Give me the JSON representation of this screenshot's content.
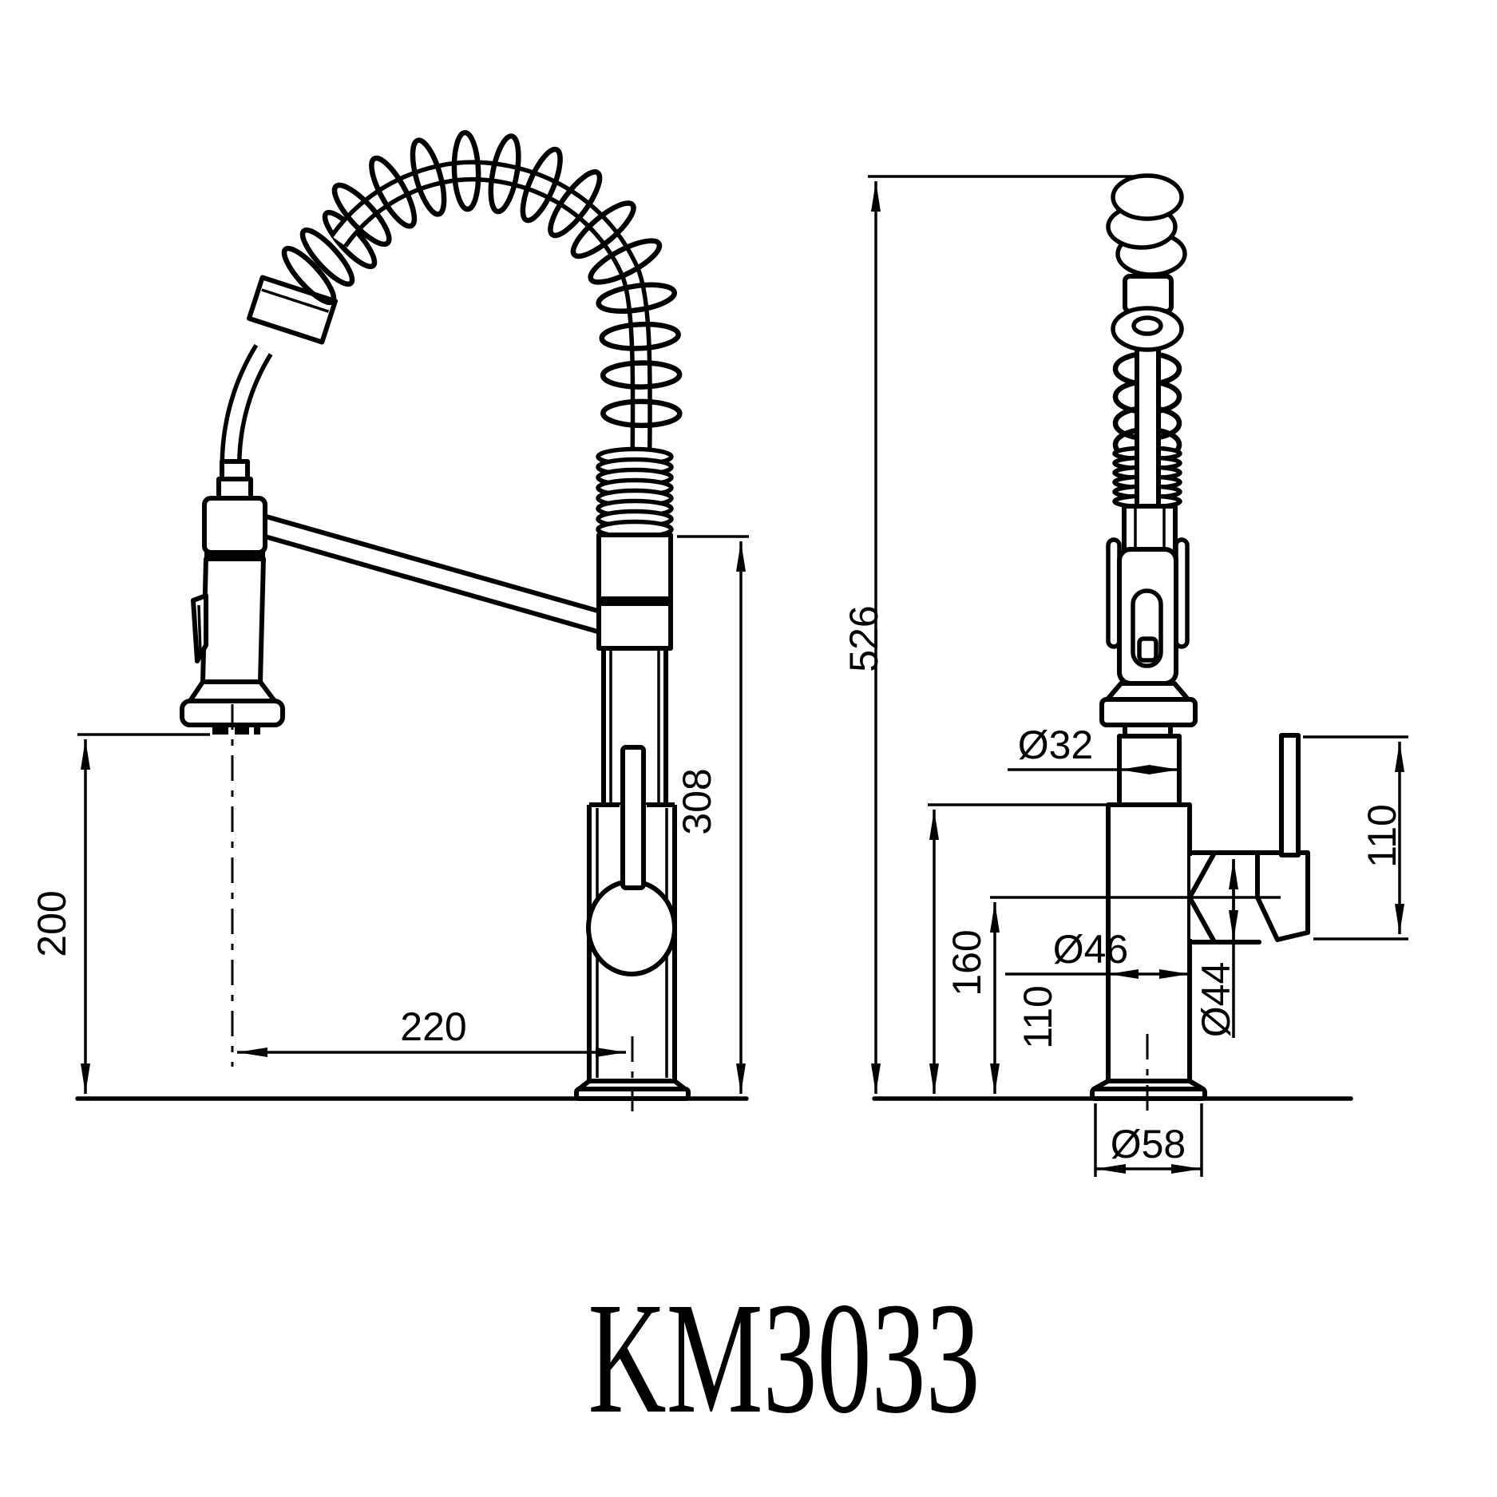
{
  "title": {
    "model": "KM3033"
  },
  "front_view": {
    "name": "faucet front view",
    "dims": {
      "spray_head_height": "200",
      "spout_reach": "220",
      "spout_top_height": "308"
    }
  },
  "side_view": {
    "name": "faucet side view",
    "dims": {
      "overall_height": "526",
      "neck_diameter": "Ø32",
      "column_top_height": "160",
      "spout_axis_height": "110",
      "body_diameter": "Ø46",
      "outlet_diameter": "Ø44",
      "base_diameter": "Ø58",
      "handle_height": "110"
    }
  },
  "colors": {
    "line": "#000000",
    "background": "#ffffff"
  }
}
